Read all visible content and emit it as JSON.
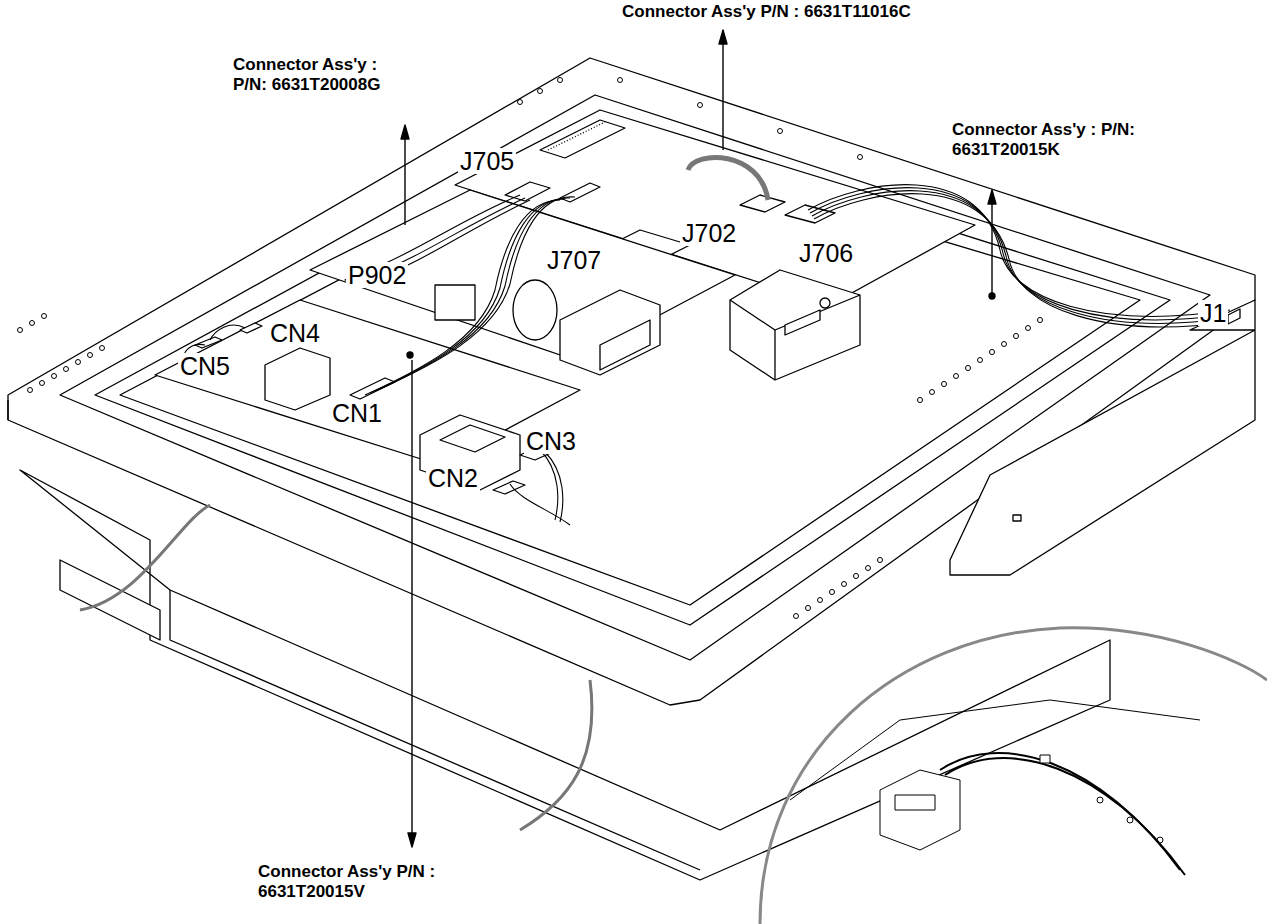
{
  "diagram": {
    "labels": [
      "Connector Ass'y P/N : 6631T11016C",
      "Connector Ass'y : P/N: 6631T20008G",
      "Connector Ass'y : P/N: 6631T20015K",
      "Connector Ass'y P/N : 6631T20015V",
      "J705",
      "J702",
      "J707",
      "J706",
      "P902",
      "CN4",
      "CN5",
      "CN1",
      "CN3",
      "CN2",
      "J1"
    ]
  }
}
